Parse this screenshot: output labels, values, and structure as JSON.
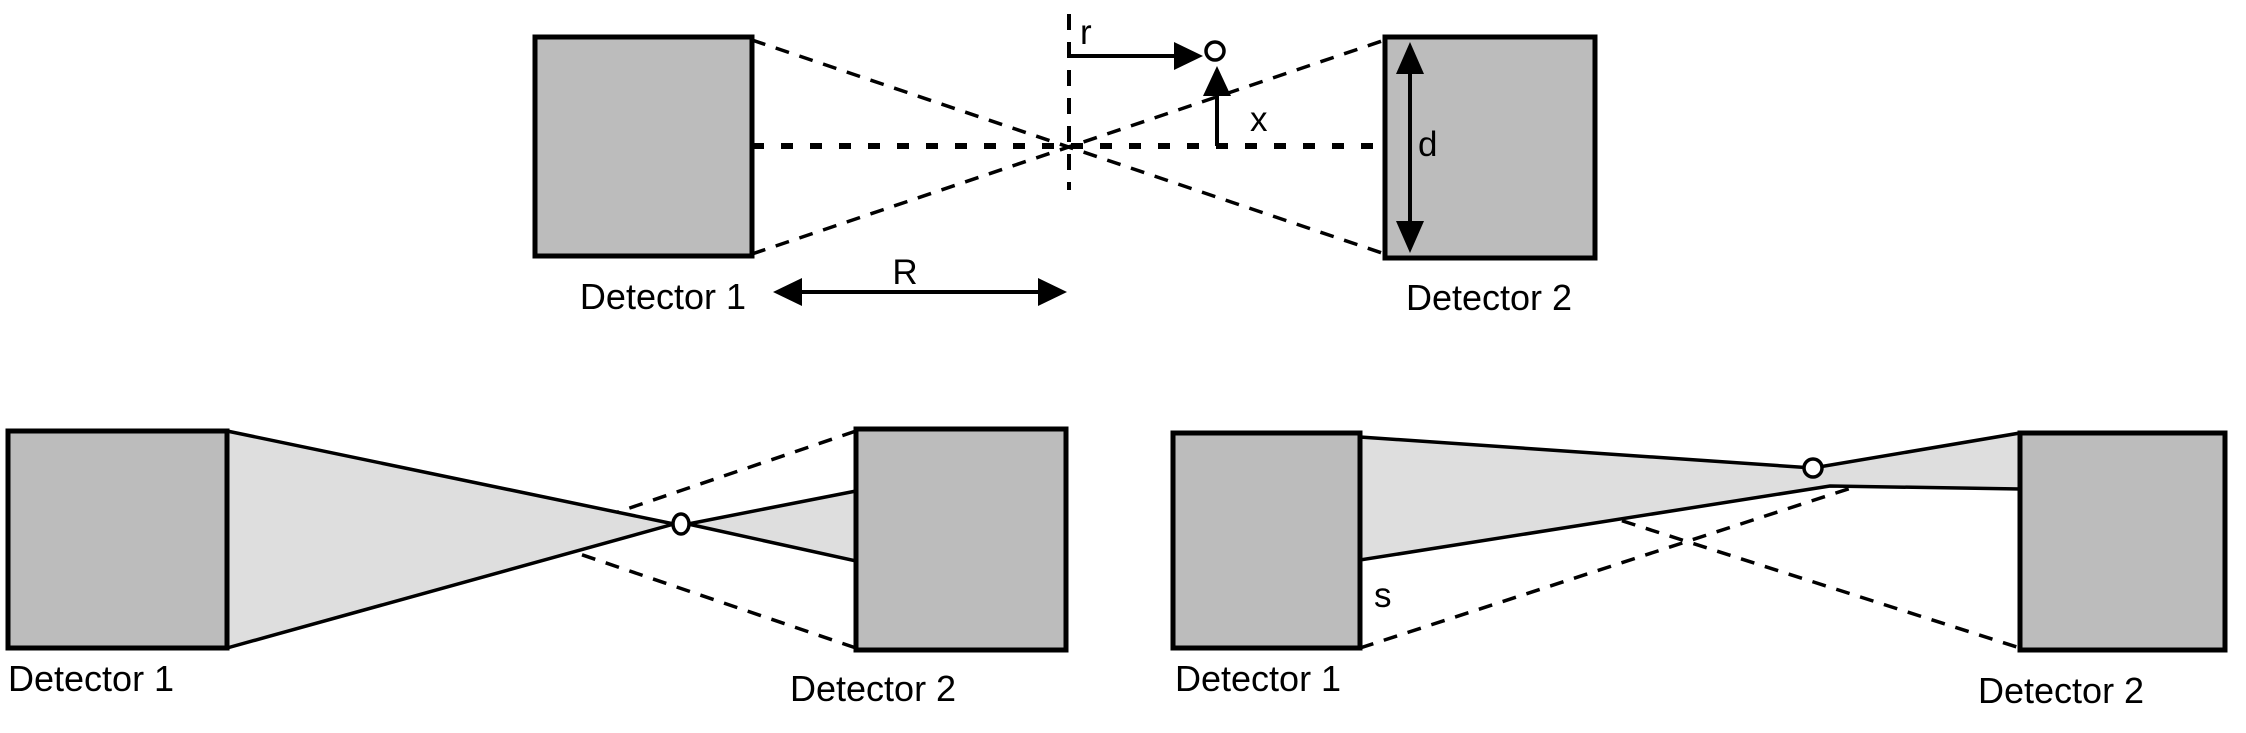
{
  "colors": {
    "background": "#ffffff",
    "detector_fill": "#bcbcbc",
    "acceptance_cone_fill": "#dedede",
    "line_color": "#000000"
  },
  "top_diagram": {
    "detector1_label": "Detector 1",
    "detector2_label": "Detector 2",
    "source_offset_label": "r",
    "source_height_label": "x",
    "detector_diameter_label": "d",
    "separation_label": "R"
  },
  "bottom_left_diagram": {
    "detector1_label": "Detector 1",
    "detector2_label": "Detector 2"
  },
  "bottom_right_diagram": {
    "detector1_label": "Detector 1",
    "detector2_label": "Detector 2",
    "source_offset_label": "s"
  }
}
